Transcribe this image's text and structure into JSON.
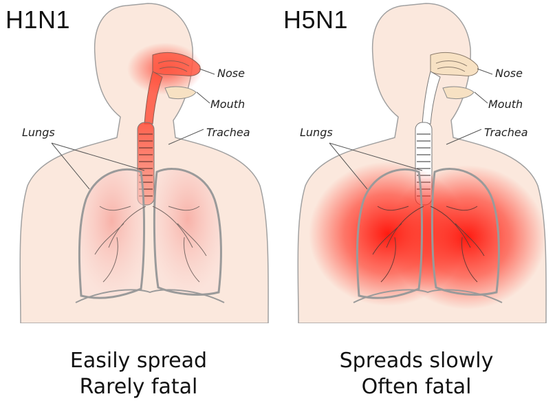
{
  "colors": {
    "skin": "#fbe8dd",
    "outline": "#9a9a9a",
    "infection": "#ff2a1a",
    "airway_clear": "#f7e1c3",
    "lung_fill": "#fbdcd8"
  },
  "panels": [
    {
      "title": "H1N1",
      "infection_site": "upper-airway",
      "labels": {
        "nose": "Nose",
        "mouth": "Mouth",
        "trachea": "Trachea",
        "lungs": "Lungs"
      },
      "caption_line1": "Easily spread",
      "caption_line2": "Rarely fatal"
    },
    {
      "title": "H5N1",
      "infection_site": "lungs",
      "labels": {
        "nose": "Nose",
        "mouth": "Mouth",
        "trachea": "Trachea",
        "lungs": "Lungs"
      },
      "caption_line1": "Spreads slowly",
      "caption_line2": "Often fatal"
    }
  ]
}
